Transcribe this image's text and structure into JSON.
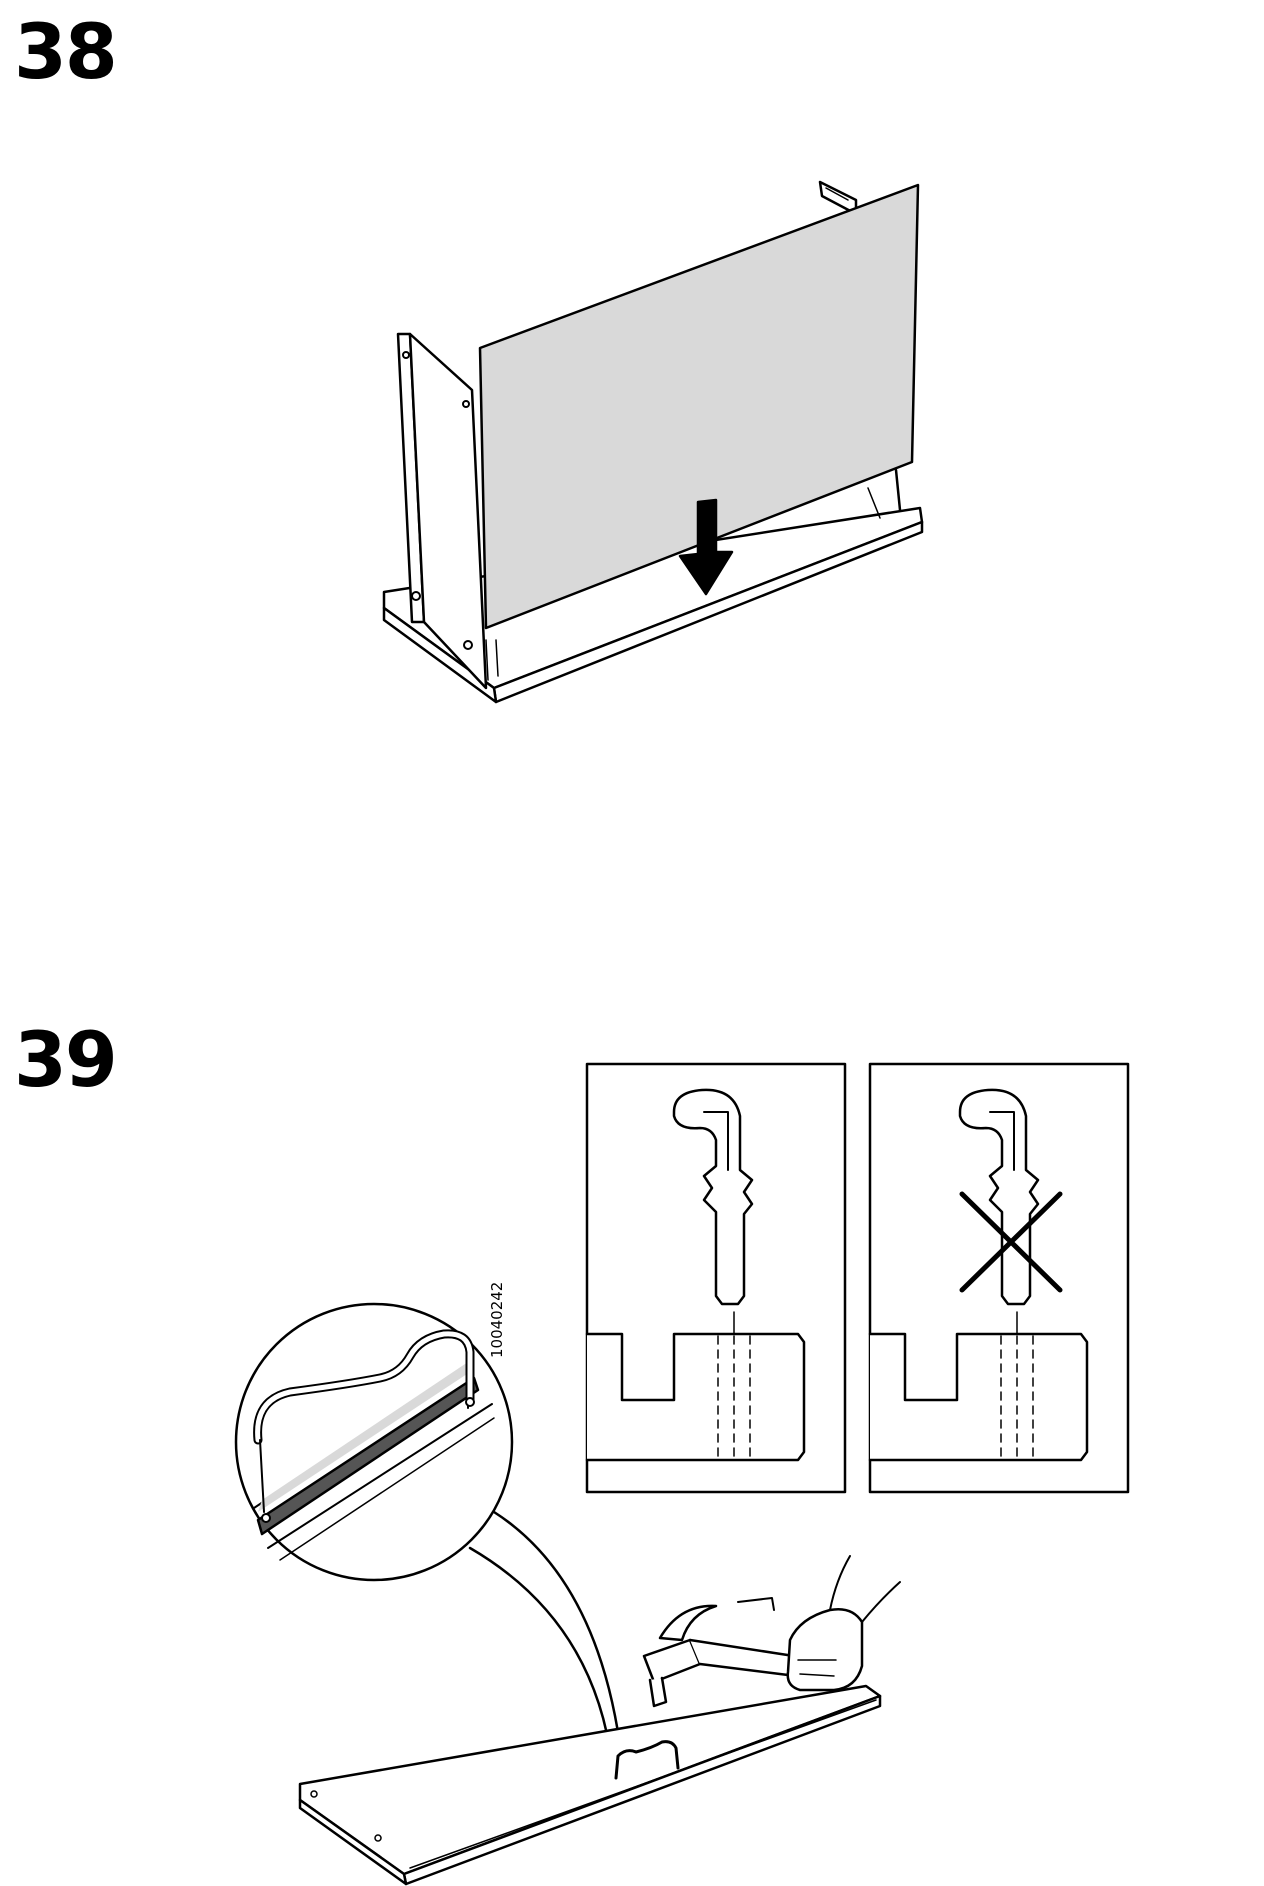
{
  "steps": [
    {
      "number": "38"
    },
    {
      "number": "39"
    }
  ],
  "part_code": "10040242",
  "colors": {
    "line": "#000000",
    "panel_fill": "#d9d9d9",
    "background": "#ffffff",
    "groove": "#555555"
  },
  "icons": {
    "down_arrow": "down-arrow-icon",
    "wrong_cross": "wrong-cross-icon",
    "hammer": "hammer-icon"
  }
}
